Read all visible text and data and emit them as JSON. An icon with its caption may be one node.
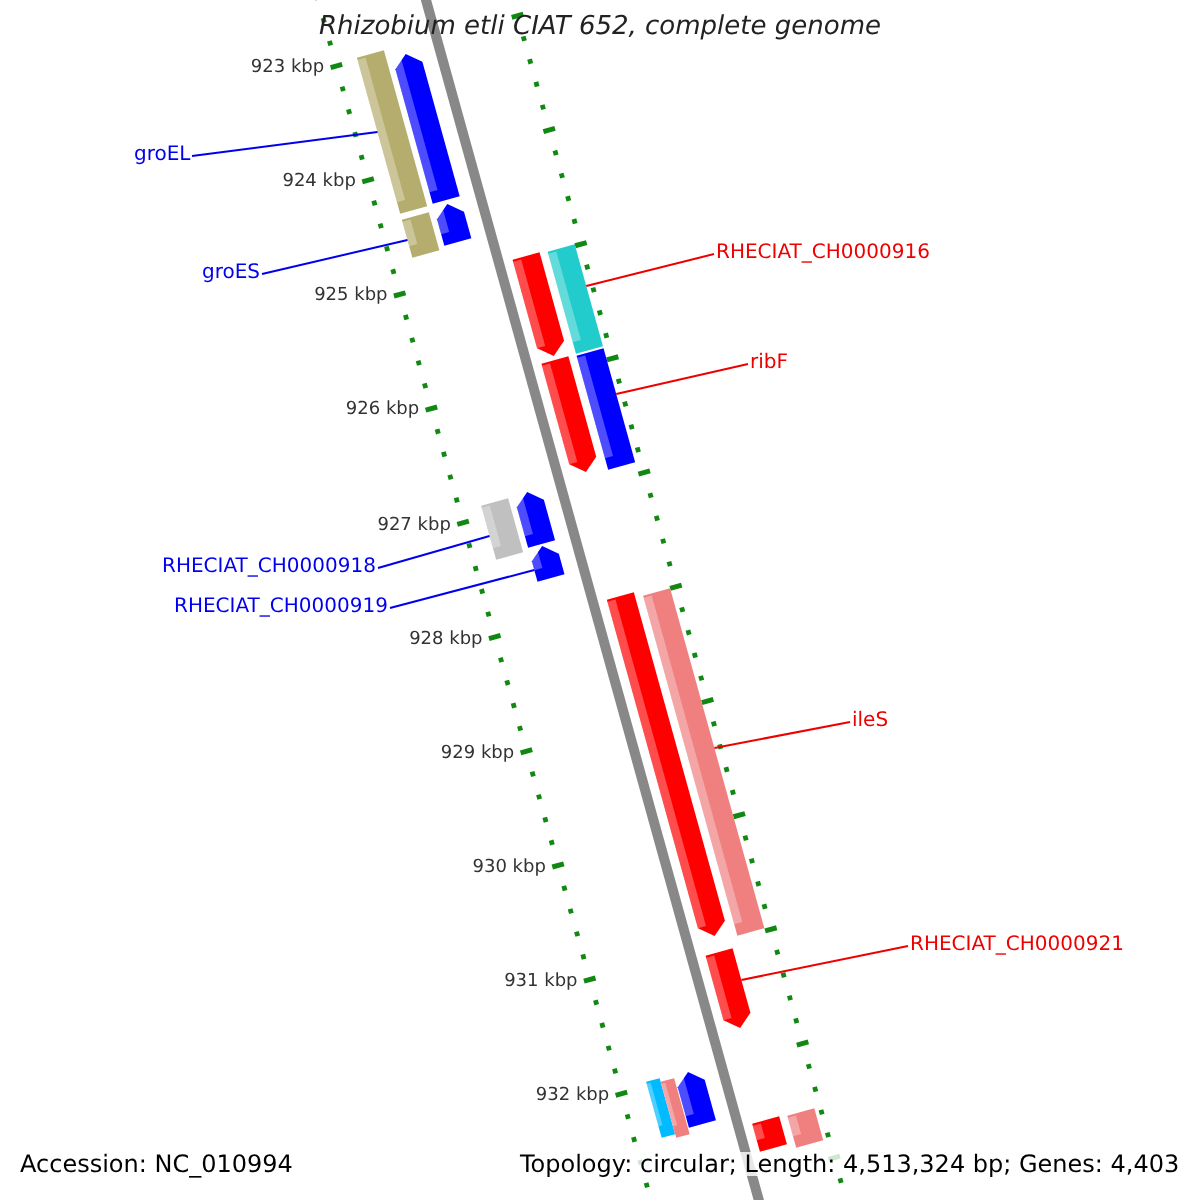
{
  "diagram": {
    "title": "Rhizobium etli CIAT 652, complete genome",
    "nodes": [
      {
        "text": [
          "groEL"
        ]
      },
      {
        "text": [
          "groES"
        ]
      },
      {
        "text": [
          "RHECIAT_CH0000916"
        ]
      },
      {
        "text": [
          "ribF"
        ]
      },
      {
        "text": [
          "RHECIAT_CH0000918"
        ]
      },
      {
        "text": [
          "RHECIAT_CH0000919"
        ]
      },
      {
        "text": [
          "ileS"
        ]
      },
      {
        "text": [
          "RHECIAT_CH0000921"
        ]
      },
      {
        "text": [],
        "shape": "bar"
      },
      {
        "text": [],
        "shape": "arrow"
      },
      {
        "text": [],
        "shape": "bar"
      },
      {
        "text": [],
        "shape": "arrow"
      },
      {
        "text": [],
        "shape": "bar"
      },
      {
        "text": [],
        "shape": "arrow"
      },
      {
        "text": [],
        "shape": "bar"
      },
      {
        "text": [],
        "shape": "arrow"
      },
      {
        "text": [],
        "shape": "arrow"
      },
      {
        "text": [],
        "shape": "bar"
      },
      {
        "text": [],
        "shape": "arrow"
      },
      {
        "text": [],
        "shape": "bar"
      },
      {
        "text": [],
        "shape": "arrow"
      },
      {
        "text": [],
        "shape": "arrow"
      },
      {
        "text": [],
        "shape": "arrow"
      },
      {
        "text": [],
        "shape": "bar"
      },
      {
        "text": [],
        "shape": "bar"
      },
      {
        "text": [],
        "shape": "bar"
      },
      {
        "text": [],
        "shape": "bar"
      }
    ],
    "edges": [
      {
        "from": 0,
        "to": 8,
        "arrow": "none"
      },
      {
        "from": 1,
        "to": 10,
        "arrow": "none"
      },
      {
        "from": 2,
        "to": 12,
        "arrow": "none",
        "color": "#ee0000"
      },
      {
        "from": 3,
        "to": 14,
        "arrow": "none",
        "color": "#ee0000"
      },
      {
        "from": 4,
        "to": 17,
        "arrow": "none"
      },
      {
        "from": 5,
        "to": 18,
        "arrow": "none"
      },
      {
        "from": 6,
        "to": 19,
        "arrow": "none",
        "color": "#ee0000"
      },
      {
        "from": 7,
        "to": 21,
        "arrow": "none",
        "color": "#ee0000"
      }
    ],
    "labels": [
      "923 kbp",
      "924 kbp",
      "925 kbp",
      "926 kbp",
      "927 kbp",
      "928 kbp",
      "929 kbp",
      "930 kbp",
      "931 kbp",
      "932 kbp",
      "Accession: NC_010994",
      "Topology: circular; Length: 4,513,324 bp; Genes: 4,403"
    ]
  }
}
